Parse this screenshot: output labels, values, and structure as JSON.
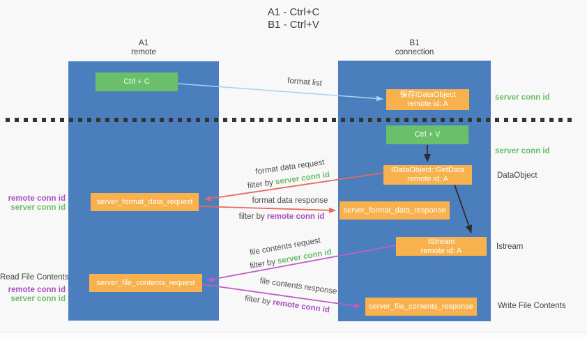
{
  "title": {
    "line1": "A1 - Ctrl+C",
    "line2": "B1 - Ctrl+V"
  },
  "lanes": {
    "left": {
      "title": "A1",
      "subtitle": "remote"
    },
    "right": {
      "title": "B1",
      "subtitle": "connection"
    }
  },
  "nodes": {
    "ctrl_c": {
      "label": "Ctrl + C"
    },
    "ctrl_v": {
      "label": "Ctrl + V"
    },
    "save_idataobject": {
      "line1": "保存IDataObject",
      "line2": "remote id: A"
    },
    "getdata": {
      "line1": "IDataObject::GetData",
      "line2": "remote id: A"
    },
    "istream": {
      "line1": "IStream",
      "line2": "remote id: A"
    },
    "format_request": {
      "label": "server_format_data_request"
    },
    "format_response": {
      "label": "server_format_data_response"
    },
    "file_request": {
      "label": "server_file_contents_request"
    },
    "file_response": {
      "label": "server_file_contents_response"
    }
  },
  "arrows": {
    "format_list": {
      "label": "format list"
    },
    "format_data_request": {
      "label": "format data request",
      "filter_prefix": "filter by ",
      "filter_value": "server conn id"
    },
    "format_data_response": {
      "label": "format data response",
      "filter_prefix": "filter by ",
      "filter_value": "remote conn id"
    },
    "file_contents_request": {
      "label": "file contents request",
      "filter_prefix": "filter by ",
      "filter_value": "server conn id"
    },
    "file_contents_response": {
      "label": "file contents response",
      "filter_prefix": "filter by ",
      "filter_value": "remote conn id"
    }
  },
  "side_labels": {
    "left": {
      "remote_conn_id_top": "remote conn id",
      "server_conn_id_top": "server conn id",
      "read_file_contents": "Read File Contents",
      "remote_conn_id_bottom": "remote conn id",
      "server_conn_id_bottom": "server conn id"
    },
    "right": {
      "server_conn_id_top": "server conn id",
      "server_conn_id_mid": "server conn id",
      "dataobject": "DataObject",
      "istream": "Istream",
      "write_file_contents": "Write File Contents"
    }
  },
  "colors": {
    "lane_blue": "#4a7ebd",
    "box_green": "#6abf6a",
    "box_orange": "#f9b14d",
    "arrow_red": "#e8685c",
    "arrow_magenta": "#bf5ec6",
    "arrow_light_blue": "#a8d3ee",
    "arrow_black": "#2d2d2d",
    "text_green": "#6abf6a",
    "text_purple": "#ab4ec4",
    "text_dark": "#3f3f3f"
  }
}
